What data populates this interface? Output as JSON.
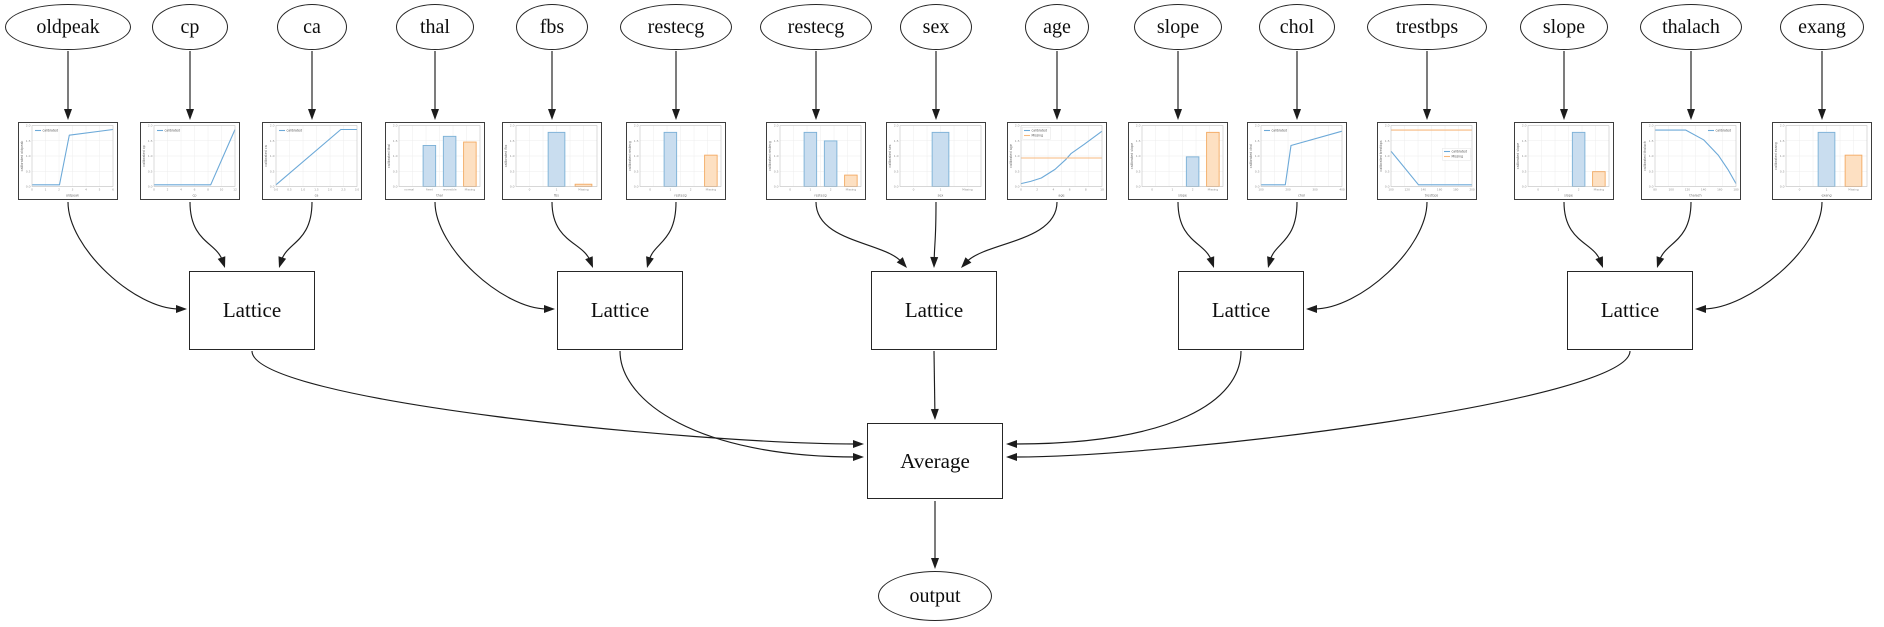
{
  "diagram": {
    "background": "#ffffff"
  },
  "nodes": {
    "features": [
      {
        "id": "feature-0",
        "label": "oldpeak"
      },
      {
        "id": "feature-1",
        "label": "cp"
      },
      {
        "id": "feature-2",
        "label": "ca"
      },
      {
        "id": "feature-3",
        "label": "thal"
      },
      {
        "id": "feature-4",
        "label": "fbs"
      },
      {
        "id": "feature-5",
        "label": "restecg"
      },
      {
        "id": "feature-6",
        "label": "restecg"
      },
      {
        "id": "feature-7",
        "label": "sex"
      },
      {
        "id": "feature-8",
        "label": "age"
      },
      {
        "id": "feature-9",
        "label": "slope"
      },
      {
        "id": "feature-10",
        "label": "chol"
      },
      {
        "id": "feature-11",
        "label": "trestbps"
      },
      {
        "id": "feature-12",
        "label": "slope"
      },
      {
        "id": "feature-13",
        "label": "thalach"
      },
      {
        "id": "feature-14",
        "label": "exang"
      }
    ],
    "lattices": [
      {
        "id": "lattice-0",
        "label": "Lattice"
      },
      {
        "id": "lattice-1",
        "label": "Lattice"
      },
      {
        "id": "lattice-2",
        "label": "Lattice"
      },
      {
        "id": "lattice-3",
        "label": "Lattice"
      },
      {
        "id": "lattice-4",
        "label": "Lattice"
      }
    ],
    "average": {
      "id": "average",
      "label": "Average"
    },
    "output": {
      "id": "output",
      "label": "output"
    }
  },
  "chart_data": [
    {
      "id": "calibrator-0",
      "feature": "oldpeak",
      "type": "line",
      "title": "",
      "xlabel": "oldpeak",
      "ylabel": "calibrated oldpeak",
      "yticks": [
        "0.0",
        "0.5",
        "1.0",
        "1.5",
        "2.0"
      ],
      "xticks": [
        "0",
        "1",
        "2",
        "3",
        "4",
        "5",
        "6"
      ],
      "legend": [
        {
          "label": "calibrated",
          "color": "calibrated"
        }
      ],
      "legend_pos": "top-left",
      "grid": true,
      "series": [
        {
          "name": "calibrated",
          "color": "calibrated",
          "points": [
            [
              0,
              0.03
            ],
            [
              0.34,
              0.03
            ],
            [
              0.46,
              0.9
            ],
            [
              1,
              1.0
            ]
          ]
        }
      ]
    },
    {
      "id": "calibrator-1",
      "feature": "cp",
      "type": "line",
      "title": "",
      "xlabel": "cp",
      "ylabel": "calibrated cp",
      "yticks": [
        "0.0",
        "0.5",
        "1.0",
        "1.5",
        "2.0"
      ],
      "xticks": [
        "0",
        "2",
        "4",
        "6",
        "8",
        "10",
        "12"
      ],
      "legend": [
        {
          "label": "calibrated",
          "color": "calibrated"
        }
      ],
      "legend_pos": "top-left",
      "grid": true,
      "series": [
        {
          "name": "calibrated",
          "color": "calibrated",
          "points": [
            [
              0,
              0.03
            ],
            [
              0.7,
              0.03
            ],
            [
              1,
              1.0
            ]
          ]
        }
      ]
    },
    {
      "id": "calibrator-2",
      "feature": "ca",
      "type": "line",
      "title": "",
      "xlabel": "ca",
      "ylabel": "calibrated ca",
      "yticks": [
        "0.0",
        "0.5",
        "1.0",
        "1.5",
        "2.0"
      ],
      "xticks": [
        "0.0",
        "0.5",
        "1.0",
        "1.5",
        "2.0",
        "2.5",
        "3.0"
      ],
      "legend": [
        {
          "label": "calibrated",
          "color": "calibrated"
        }
      ],
      "legend_pos": "top-left",
      "grid": true,
      "series": [
        {
          "name": "calibrated",
          "color": "calibrated",
          "points": [
            [
              0,
              0.03
            ],
            [
              0.8,
              1.0
            ],
            [
              1,
              1.0
            ]
          ]
        }
      ]
    },
    {
      "id": "calibrator-3",
      "feature": "thal",
      "type": "bar",
      "title": "",
      "xlabel": "thal",
      "ylabel": "calibrated thal",
      "yticks": [
        "0.0",
        "0.5",
        "1.0",
        "1.5",
        "2.0"
      ],
      "categories": [
        "normal",
        "fixed",
        "reversible",
        "Missing"
      ],
      "values": [
        0,
        0.72,
        0.88,
        0.78
      ],
      "colors": [
        "blue",
        "blue",
        "blue",
        "orange"
      ],
      "grid": true
    },
    {
      "id": "calibrator-4",
      "feature": "fbs",
      "type": "bar",
      "title": "",
      "xlabel": "fbs",
      "ylabel": "calibrated fbs",
      "yticks": [
        "0.0",
        "0.5",
        "1.0",
        "1.5",
        "2.0"
      ],
      "categories": [
        "0",
        "1",
        "Missing"
      ],
      "values": [
        0,
        0.95,
        0.04
      ],
      "colors": [
        "blue",
        "blue",
        "orange"
      ],
      "grid": true
    },
    {
      "id": "calibrator-5",
      "feature": "restecg",
      "type": "bar",
      "title": "",
      "xlabel": "restecg",
      "ylabel": "calibrated restecg",
      "yticks": [
        "0.0",
        "0.5",
        "1.0",
        "1.5",
        "2.0"
      ],
      "categories": [
        "0",
        "1",
        "2",
        "Missing"
      ],
      "values": [
        0,
        0.95,
        0,
        0.55
      ],
      "colors": [
        "blue",
        "blue",
        "blue",
        "orange"
      ],
      "grid": true
    },
    {
      "id": "calibrator-6",
      "feature": "restecg",
      "type": "bar",
      "title": "",
      "xlabel": "restecg",
      "ylabel": "calibrated restecg",
      "yticks": [
        "0.0",
        "0.5",
        "1.0",
        "1.5",
        "2.0"
      ],
      "categories": [
        "0",
        "1",
        "2",
        "Missing"
      ],
      "values": [
        0,
        0.95,
        0.8,
        0.2
      ],
      "colors": [
        "blue",
        "blue",
        "blue",
        "orange"
      ],
      "grid": true
    },
    {
      "id": "calibrator-7",
      "feature": "sex",
      "type": "bar",
      "title": "",
      "xlabel": "sex",
      "ylabel": "calibrated sex",
      "yticks": [
        "0.0",
        "0.5",
        "1.0",
        "1.5",
        "2.0"
      ],
      "categories": [
        "0",
        "1",
        "Missing"
      ],
      "values": [
        0,
        0.95,
        0
      ],
      "colors": [
        "blue",
        "blue",
        "orange"
      ],
      "grid": true
    },
    {
      "id": "calibrator-8",
      "feature": "age",
      "type": "line",
      "title": "",
      "xlabel": "age",
      "ylabel": "calibrated age",
      "yticks": [
        "0.0",
        "0.5",
        "1.0",
        "1.5",
        "2.0"
      ],
      "xticks": [
        "0",
        "2",
        "4",
        "6",
        "8",
        "10"
      ],
      "legend": [
        {
          "label": "calibrated",
          "color": "calibrated"
        },
        {
          "label": "Missing",
          "color": "missing"
        }
      ],
      "legend_pos": "top-left",
      "grid": true,
      "series": [
        {
          "name": "calibrated",
          "color": "calibrated",
          "points": [
            [
              0,
              0.05
            ],
            [
              0.12,
              0.09
            ],
            [
              0.25,
              0.15
            ],
            [
              0.42,
              0.3
            ],
            [
              0.55,
              0.47
            ],
            [
              0.62,
              0.58
            ],
            [
              0.78,
              0.74
            ],
            [
              1,
              0.97
            ]
          ]
        },
        {
          "name": "Missing",
          "color": "missing",
          "points": [
            [
              0,
              0.5
            ],
            [
              1,
              0.5
            ]
          ]
        }
      ]
    },
    {
      "id": "calibrator-9",
      "feature": "slope",
      "type": "bar",
      "title": "",
      "xlabel": "slope",
      "ylabel": "calibrated slope",
      "yticks": [
        "0.0",
        "0.5",
        "1.0",
        "1.5",
        "2.0"
      ],
      "categories": [
        "0",
        "1",
        "2",
        "Missing"
      ],
      "values": [
        0,
        0,
        0.52,
        0.95
      ],
      "colors": [
        "blue",
        "blue",
        "blue",
        "orange"
      ],
      "grid": true
    },
    {
      "id": "calibrator-10",
      "feature": "chol",
      "type": "line",
      "title": "",
      "xlabel": "chol",
      "ylabel": "calibrated chol",
      "yticks": [
        "0.0",
        "0.5",
        "1.0",
        "1.5",
        "2.0"
      ],
      "xticks": [
        "100",
        "200",
        "300",
        "400"
      ],
      "legend": [
        {
          "label": "calibrated",
          "color": "calibrated"
        }
      ],
      "legend_pos": "top-left",
      "grid": true,
      "series": [
        {
          "name": "calibrated",
          "color": "calibrated",
          "points": [
            [
              0,
              0.03
            ],
            [
              0.3,
              0.03
            ],
            [
              0.37,
              0.72
            ],
            [
              1,
              0.97
            ]
          ]
        }
      ]
    },
    {
      "id": "calibrator-11",
      "feature": "trestbps",
      "type": "line",
      "title": "",
      "xlabel": "trestbps",
      "ylabel": "calibrated trestbps",
      "yticks": [
        "0.0",
        "0.5",
        "1.0",
        "1.5",
        "2.0"
      ],
      "xticks": [
        "100",
        "120",
        "140",
        "160",
        "180",
        "200"
      ],
      "legend": [
        {
          "label": "calibrated",
          "color": "calibrated"
        },
        {
          "label": "Missing",
          "color": "missing"
        }
      ],
      "legend_pos": "right-center",
      "grid": true,
      "series": [
        {
          "name": "calibrated",
          "color": "calibrated",
          "points": [
            [
              0,
              0.62
            ],
            [
              0.34,
              0.03
            ],
            [
              1,
              0.03
            ]
          ]
        },
        {
          "name": "Missing",
          "color": "missing",
          "points": [
            [
              0,
              0.99
            ],
            [
              1,
              0.99
            ]
          ]
        }
      ]
    },
    {
      "id": "calibrator-12",
      "feature": "slope",
      "type": "bar",
      "title": "",
      "xlabel": "slope",
      "ylabel": "calibrated slope",
      "yticks": [
        "0.0",
        "0.5",
        "1.0",
        "1.5",
        "2.0"
      ],
      "categories": [
        "0",
        "1",
        "2",
        "Missing"
      ],
      "values": [
        0,
        0,
        0.95,
        0.26
      ],
      "colors": [
        "blue",
        "blue",
        "blue",
        "orange"
      ],
      "grid": true
    },
    {
      "id": "calibrator-13",
      "feature": "thalach",
      "type": "line",
      "title": "",
      "xlabel": "thalach",
      "ylabel": "calibrated thalach",
      "yticks": [
        "0.0",
        "0.5",
        "1.0",
        "1.5",
        "2.0"
      ],
      "xticks": [
        "80",
        "100",
        "120",
        "140",
        "160",
        "180"
      ],
      "legend": [
        {
          "label": "calibrated",
          "color": "calibrated"
        }
      ],
      "legend_pos": "top-right",
      "grid": true,
      "series": [
        {
          "name": "calibrated",
          "color": "calibrated",
          "points": [
            [
              0,
              0.99
            ],
            [
              0.38,
              0.99
            ],
            [
              0.6,
              0.82
            ],
            [
              0.78,
              0.55
            ],
            [
              0.9,
              0.3
            ],
            [
              1,
              0.05
            ]
          ]
        }
      ]
    },
    {
      "id": "calibrator-14",
      "feature": "exang",
      "type": "bar",
      "title": "",
      "xlabel": "exang",
      "ylabel": "calibrated exang",
      "yticks": [
        "0.0",
        "0.5",
        "1.0",
        "1.5",
        "2.0"
      ],
      "categories": [
        "0",
        "1",
        "Missing"
      ],
      "values": [
        0,
        0.95,
        0.55
      ],
      "colors": [
        "blue",
        "blue",
        "orange"
      ],
      "grid": true
    }
  ],
  "edges": [
    {
      "from": "feature-0",
      "to": "calibrator-0"
    },
    {
      "from": "feature-1",
      "to": "calibrator-1"
    },
    {
      "from": "feature-2",
      "to": "calibrator-2"
    },
    {
      "from": "feature-3",
      "to": "calibrator-3"
    },
    {
      "from": "feature-4",
      "to": "calibrator-4"
    },
    {
      "from": "feature-5",
      "to": "calibrator-5"
    },
    {
      "from": "feature-6",
      "to": "calibrator-6"
    },
    {
      "from": "feature-7",
      "to": "calibrator-7"
    },
    {
      "from": "feature-8",
      "to": "calibrator-8"
    },
    {
      "from": "feature-9",
      "to": "calibrator-9"
    },
    {
      "from": "feature-10",
      "to": "calibrator-10"
    },
    {
      "from": "feature-11",
      "to": "calibrator-11"
    },
    {
      "from": "feature-12",
      "to": "calibrator-12"
    },
    {
      "from": "feature-13",
      "to": "calibrator-13"
    },
    {
      "from": "feature-14",
      "to": "calibrator-14"
    },
    {
      "from": "calibrator-0",
      "to": "lattice-0",
      "entry": "left"
    },
    {
      "from": "calibrator-1",
      "to": "lattice-0",
      "entry": "top-left"
    },
    {
      "from": "calibrator-2",
      "to": "lattice-0",
      "entry": "top-right"
    },
    {
      "from": "calibrator-3",
      "to": "lattice-1",
      "entry": "left"
    },
    {
      "from": "calibrator-4",
      "to": "lattice-1",
      "entry": "top-left"
    },
    {
      "from": "calibrator-5",
      "to": "lattice-1",
      "entry": "top-right"
    },
    {
      "from": "calibrator-6",
      "to": "lattice-2",
      "entry": "top-left"
    },
    {
      "from": "calibrator-7",
      "to": "lattice-2",
      "entry": "top"
    },
    {
      "from": "calibrator-8",
      "to": "lattice-2",
      "entry": "top-right"
    },
    {
      "from": "calibrator-9",
      "to": "lattice-3",
      "entry": "top-left"
    },
    {
      "from": "calibrator-10",
      "to": "lattice-3",
      "entry": "top-right"
    },
    {
      "from": "calibrator-11",
      "to": "lattice-3",
      "entry": "right"
    },
    {
      "from": "calibrator-12",
      "to": "lattice-4",
      "entry": "top-left"
    },
    {
      "from": "calibrator-13",
      "to": "lattice-4",
      "entry": "top-right"
    },
    {
      "from": "calibrator-14",
      "to": "lattice-4",
      "entry": "right"
    },
    {
      "from": "lattice-0",
      "to": "average",
      "entry": "left"
    },
    {
      "from": "lattice-1",
      "to": "average",
      "entry": "left"
    },
    {
      "from": "lattice-2",
      "to": "average",
      "entry": "top"
    },
    {
      "from": "lattice-3",
      "to": "average",
      "entry": "right"
    },
    {
      "from": "lattice-4",
      "to": "average",
      "entry": "right"
    },
    {
      "from": "average",
      "to": "output",
      "entry": "top"
    }
  ],
  "colors": {
    "calibrated": "#6ca9d8",
    "missing": "#f7b97f",
    "bar_blue_fill": "#c9ddef",
    "bar_blue_edge": "#7ab0d6",
    "bar_orange_fill": "#fde0c2",
    "bar_orange_edge": "#f3a962",
    "node_border": "#262626",
    "chart_border": "#3d3d3d",
    "edge_color": "#1c1c1c",
    "grid": "#ececec",
    "plot_border": "#c4c4c4",
    "tick_text": "#909090",
    "axis_label_text": "#6e6e6e"
  }
}
